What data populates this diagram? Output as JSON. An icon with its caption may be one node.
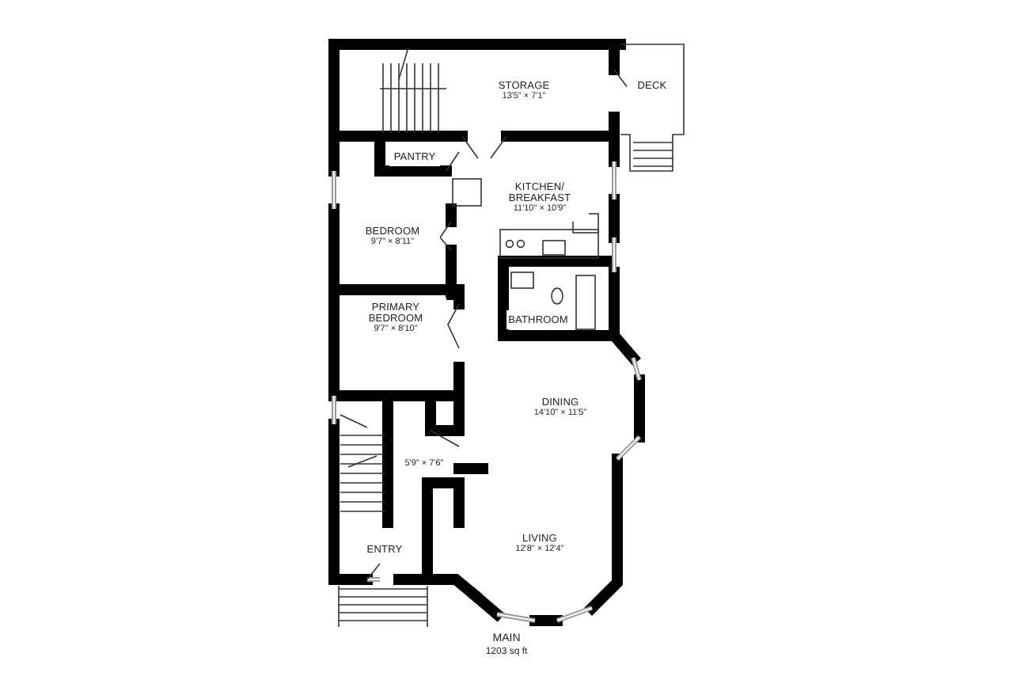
{
  "diagram": {
    "title": "MAIN",
    "caption": "1203 sq ft",
    "nodes": [
      {
        "text": [
          "STORAGE",
          "13'5\" × 7'1\""
        ]
      },
      {
        "text": [
          "DECK"
        ]
      },
      {
        "text": [
          "PANTRY"
        ]
      },
      {
        "text": [
          "KITCHEN/ BREAKFAST",
          "11'10\" × 10'9\""
        ]
      },
      {
        "text": [
          "BEDROOM",
          "9'7\" × 8'11\""
        ]
      },
      {
        "text": [
          "BATHROOM"
        ]
      },
      {
        "text": [
          "PRIMARY BEDROOM",
          "9'7\" × 8'10\""
        ]
      },
      {
        "text": [
          "DINING",
          "14'10\" × 11'5\""
        ]
      },
      {
        "text": [
          "5'9\" × 7'6\""
        ]
      },
      {
        "text": [
          "LIVING",
          "12'8\" × 12'4\""
        ]
      },
      {
        "text": [
          "ENTRY"
        ]
      }
    ]
  }
}
